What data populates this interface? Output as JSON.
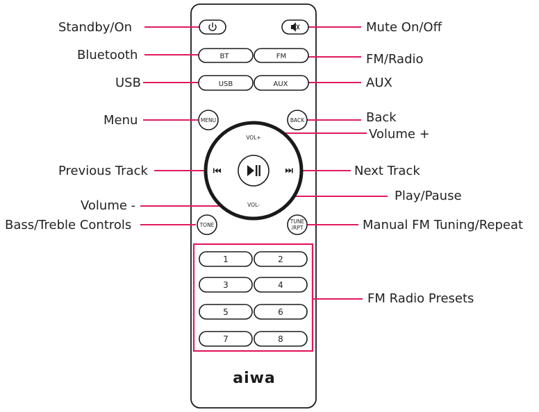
{
  "colors": {
    "leader": "#e0195d",
    "outline": "#1a1a1a",
    "text": "#222222"
  },
  "remote": {
    "brand": "aiwa",
    "icons": {
      "power": "power-icon",
      "mute": "speaker-mute-icon",
      "play_pause": "play-pause-icon",
      "prev": "previous-track-icon",
      "next": "next-track-icon"
    },
    "buttons": {
      "bt": "BT",
      "fm": "FM",
      "usb": "USB",
      "aux": "AUX",
      "menu": "MENU",
      "back": "BACK",
      "vol_up": "VOL+",
      "vol_down": "VOL-",
      "tone": "TONE",
      "tune_line1": "TUNE",
      "tune_line2": "/RPT"
    },
    "presets": [
      "1",
      "2",
      "3",
      "4",
      "5",
      "6",
      "7",
      "8"
    ]
  },
  "callouts": {
    "standby": "Standby/On",
    "mute": "Mute On/Off",
    "bluetooth": "Bluetooth",
    "fm_radio": "FM/Radio",
    "usb": "USB",
    "aux": "AUX",
    "menu": "Menu",
    "back": "Back",
    "volume_up": "Volume +",
    "previous_track": "Previous Track",
    "next_track": "Next Track",
    "play_pause": "Play/Pause",
    "volume_down": "Volume -",
    "bass_treble": "Bass/Treble Controls",
    "tuning": "Manual FM Tuning/Repeat",
    "presets": "FM Radio Presets"
  }
}
